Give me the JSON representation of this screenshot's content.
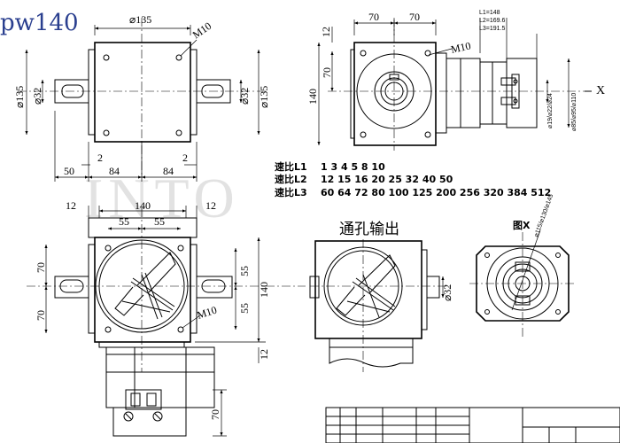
{
  "model_label": "pw140",
  "watermark": "INTO",
  "top_view": {
    "d135_top": "⌀135",
    "m10": "M10",
    "d135_left": "⌀135",
    "d32_left": "⌀32",
    "d32_right": "⌀32",
    "d135_right": "⌀135",
    "gap_left": "2",
    "gap_right": "2",
    "d50": "50",
    "d84_left": "84",
    "d84_right": "84"
  },
  "side_view": {
    "d70_left": "70",
    "d70_right": "70",
    "d12": "12",
    "d70_v": "70",
    "d140_v": "140",
    "m10": "M10",
    "len_l1": "L1=148",
    "len_l2": "L2=169.6",
    "len_l3": "L3=191.5",
    "flange_dims": "⌀19/⌀22/⌀24",
    "flange_dims2": "⌀85/⌀95/⌀110",
    "arrow_label": "X"
  },
  "ratios": [
    {
      "label": "速比L1",
      "values": "1  3  4  5  8  10"
    },
    {
      "label": "速比L2",
      "values": "12  15  16  20  25  32  40  50"
    },
    {
      "label": "速比L3",
      "values": "60  64  72  80  100  125  200  256  320  384  512"
    }
  ],
  "front_view": {
    "d12_left": "12",
    "d140": "140",
    "d12_right": "12",
    "d55_left": "55",
    "d55_right": "55",
    "d70_top": "70",
    "d70_bottom": "70",
    "d55_v_top": "55",
    "d55_v_bottom": "55",
    "d140_v": "140",
    "m10": "M10",
    "d12_v": "12",
    "d70_bottom_v": "70"
  },
  "hollow_view": {
    "title": "通孔输出",
    "d32": "⌀32"
  },
  "view_x": {
    "title": "图X",
    "dims": "⌀115/⌀130/⌀145"
  }
}
